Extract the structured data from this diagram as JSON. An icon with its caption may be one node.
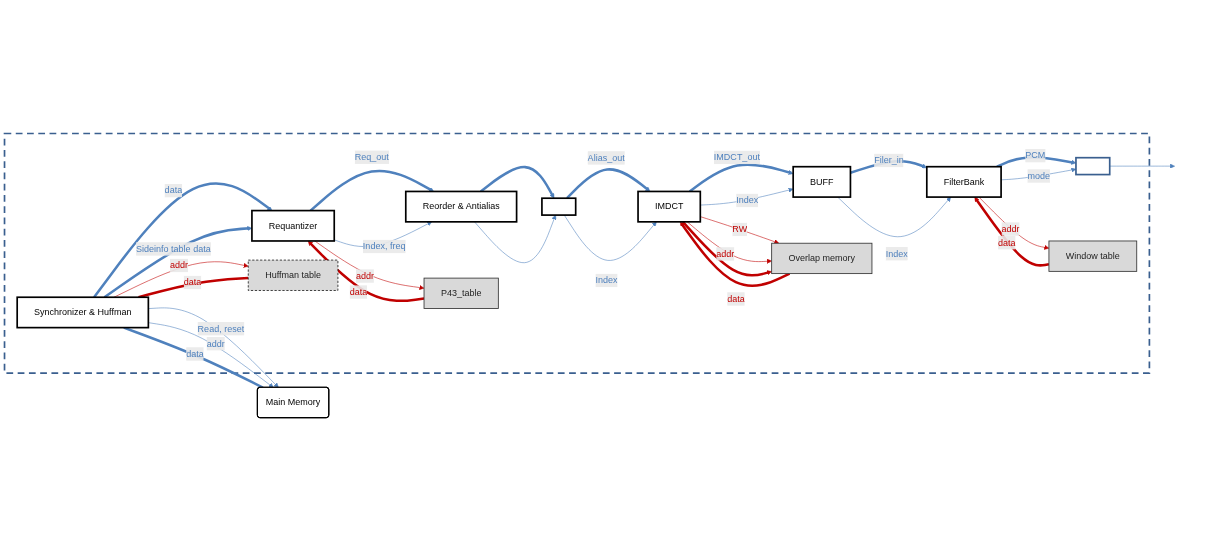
{
  "diagram": {
    "nodes": [
      {
        "text": [],
        "shape": "box"
      },
      {
        "text": [
          "Synchronizer & Huffman"
        ],
        "in": 0
      },
      {
        "text": [
          "Requantizer"
        ],
        "in": 0
      },
      {
        "text": [
          "Reorder  & Antialias"
        ],
        "in": 0
      },
      {
        "text": [],
        "shape": "box",
        "in": 0
      },
      {
        "text": [
          "IMDCT"
        ],
        "in": 0
      },
      {
        "text": [
          "BUFF"
        ],
        "in": 0
      },
      {
        "text": [
          "FilterBank"
        ],
        "in": 0
      },
      {
        "text": [],
        "shape": "box",
        "in": 0
      },
      {
        "text": [
          "Huffman table"
        ],
        "in": 0
      },
      {
        "text": [
          "P43_table"
        ],
        "in": 0
      },
      {
        "text": [
          "Overlap memory"
        ],
        "in": 0
      },
      {
        "text": [
          "Window table"
        ],
        "in": 0
      },
      {
        "text": [
          "Main Memory"
        ]
      }
    ],
    "edges": [
      {
        "from": 1,
        "to": 2,
        "arrow": "to",
        "label": "data",
        "style": "thick"
      },
      {
        "from": 1,
        "to": 2,
        "arrow": "to",
        "label": "Sideinfo table data",
        "style": "thick"
      },
      {
        "from": 2,
        "to": 3,
        "arrow": "to",
        "label": "Req_out",
        "style": "thick"
      },
      {
        "from": 2,
        "to": 3,
        "arrow": "to",
        "label": "Index, freq"
      },
      {
        "from": 3,
        "to": 4,
        "arrow": "to",
        "style": "thick"
      },
      {
        "from": 3,
        "to": 4,
        "arrow": "to"
      },
      {
        "from": 4,
        "to": 5,
        "arrow": "to",
        "label": "Alias_out",
        "style": "thick"
      },
      {
        "from": 4,
        "to": 5,
        "arrow": "to",
        "label": "Index"
      },
      {
        "from": 5,
        "to": 6,
        "arrow": "to",
        "label": "IMDCT_out",
        "style": "thick"
      },
      {
        "from": 5,
        "to": 6,
        "arrow": "to",
        "label": "Index"
      },
      {
        "from": 6,
        "to": 7,
        "arrow": "to",
        "label": "Filer_in",
        "style": "thick"
      },
      {
        "from": 6,
        "to": 7,
        "arrow": "to",
        "label": "Index"
      },
      {
        "from": 7,
        "to": 8,
        "arrow": "to",
        "label": "PCM",
        "style": "thick"
      },
      {
        "from": 7,
        "to": 8,
        "arrow": "to",
        "label": "mode"
      },
      {
        "from": 8,
        "to": null,
        "arrow": "to"
      },
      {
        "from": 1,
        "to": 9,
        "arrow": "to",
        "label": "addr",
        "color": "#c00000"
      },
      {
        "from": 9,
        "to": 1,
        "arrow": "none",
        "label": "data",
        "style": "thick",
        "color": "#c00000"
      },
      {
        "from": 2,
        "to": 10,
        "arrow": "to",
        "label": "addr",
        "color": "#c00000"
      },
      {
        "from": 10,
        "to": 2,
        "arrow": "to",
        "label": "data",
        "style": "thick",
        "color": "#c00000"
      },
      {
        "from": 5,
        "to": 11,
        "arrow": "to",
        "label": "RW",
        "color": "#c00000"
      },
      {
        "from": 5,
        "to": 11,
        "arrow": "to",
        "label": "addr",
        "color": "#c00000"
      },
      {
        "from": 5,
        "to": 11,
        "arrow": "to",
        "style": "thick",
        "color": "#c00000"
      },
      {
        "from": 11,
        "to": 5,
        "arrow": "to",
        "label": "data",
        "style": "thick",
        "color": "#c00000"
      },
      {
        "from": 7,
        "to": 12,
        "arrow": "to",
        "label": "addr",
        "color": "#c00000"
      },
      {
        "from": 12,
        "to": 7,
        "arrow": "to",
        "label": "data",
        "style": "thick",
        "color": "#c00000"
      },
      {
        "from": 1,
        "to": 13,
        "arrow": "to",
        "label": "Read, reset"
      },
      {
        "from": 1,
        "to": 13,
        "arrow": "to",
        "label": "addr"
      },
      {
        "from": 1,
        "to": 13,
        "arrow": "none",
        "label": "data",
        "style": "thick"
      }
    ]
  }
}
